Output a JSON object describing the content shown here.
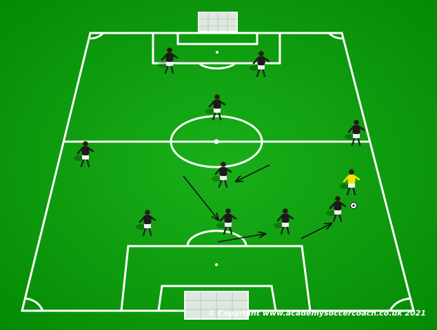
{
  "diagram": {
    "copyright": "© Copyright www.academysoccercoach.co.uk 2021",
    "colors": {
      "pitch_dark": "#058a05",
      "pitch_light": "#19b019",
      "lines": "#ffffff",
      "team_shirt": "#1b1b1b",
      "team_shorts": "#f2f2f2",
      "goalkeeper_shirt": "#f3e500",
      "arrows": "#111111",
      "ball": "#ffffff"
    },
    "players": [
      {
        "id": "opp-left-center",
        "team": "black-kit"
      },
      {
        "id": "opp-right-center",
        "team": "black-kit"
      },
      {
        "id": "midfield-top",
        "team": "black-kit"
      },
      {
        "id": "right-wing-top",
        "team": "black-kit"
      },
      {
        "id": "left-wing",
        "team": "black-kit"
      },
      {
        "id": "center-mid",
        "team": "black-kit"
      },
      {
        "id": "left-back",
        "team": "black-kit"
      },
      {
        "id": "center-forward",
        "team": "black-kit"
      },
      {
        "id": "inside-right",
        "team": "black-kit"
      },
      {
        "id": "player-on-ball",
        "team": "black-kit"
      },
      {
        "id": "yellow-player",
        "team": "yellow-kit"
      }
    ],
    "arrows": [
      {
        "id": "run-diagonal"
      },
      {
        "id": "run-to-center"
      },
      {
        "id": "run-across"
      },
      {
        "id": "run-to-box"
      }
    ]
  }
}
